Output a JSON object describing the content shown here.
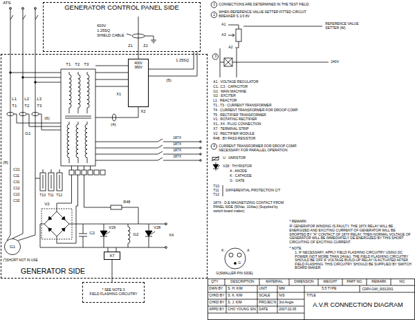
{
  "diagram": {
    "title": "A.V.R CONNECTION DIAGRAM",
    "nodes": [
      {
        "text": [
          "GENERATOR CONTROL PANEL SIDE"
        ]
      },
      {
        "text": [
          "GENERATOR SIDE"
        ]
      },
      {
        "text": [
          "400V",
          "380V"
        ],
        "in": 1
      },
      {
        "text": [
          "G1"
        ],
        "in": 1
      },
      {
        "text": [
          "X7"
        ],
        "in": 1
      },
      {
        "text": [
          "* SEE NOTE 3",
          "FIELD FLASHING CIRCUITRY"
        ]
      }
    ],
    "edges": [
      {
        "from": 0,
        "to": 2,
        "arrow": "none"
      },
      {
        "from": 4,
        "to": 5,
        "arrow": "none"
      }
    ],
    "labels": [
      "ATS",
      "600V",
      "1.25SQ",
      "SHIELD CABLE",
      "Z1",
      "Z2",
      "T1",
      "T2",
      "T3",
      "X1",
      "X2",
      "(4)",
      "(5)",
      "(6)",
      "1.25SQ",
      "L1",
      "L2",
      "L3",
      "T1",
      "T2",
      "T3",
      "G1",
      "(R)",
      "C21",
      "C11",
      "C31",
      "C12",
      "C22",
      "C32",
      "(*)SHORT NOT IN USE",
      "T10",
      "T11",
      "T12",
      "187X",
      "187X",
      "187X",
      "187X",
      "R48",
      "V2",
      "C2",
      "V29",
      "V28",
      "G2",
      "X4",
      "1",
      "CONNECTIONS ARE DETERMINED IN THE TEST FIELD.",
      "2",
      "WHEN REFERENCE VALUE SETTER FITTED CIRCUIT BREAKER S 1/3 8V",
      "A1",
      "A3",
      "A2",
      "REFERENCE VALUE SETTER (W)",
      "3",
      "240V",
      "A1 : VOLTAGE REGULATOR",
      "C1...C3 : CAPACITOR",
      "G1 : MAIN MACHINE",
      "G2 : EXCITER",
      "L1 : REACTOR",
      "T1...T3 : CURRENT TRANSFORMER",
      "T4 : CURRENT TRANSFORMER FOR DROOP COMP.",
      "T5 : RECTIFIER TRANSFORMER",
      "V1 : ROTATING RECTIFIER",
      "X1...X4 : PLUG CONNECTION",
      "X7 : TERMINAL STRIP",
      "V2 : RECTIFIER MODULE",
      "R48 : BY-PASS RESISTOR",
      "4",
      "CURRENT TRANSFORMER FOR DROOP COMP. NECESSARY FOR PARALLEL OPERATION",
      "U : VARISTOR",
      "V28 : THYRISTOR",
      "A : ANODE",
      "K : CATHODE",
      "G : GATE",
      "T10 T11 T12",
      "DIFFERENTIAL PROTECTION C/T",
      "187X : D.E-MAGNETIZING CONTACT FROM PANEL SIDE (50Vac, 10Aac) (Supplied by switch board maker)",
      "* REMARK",
      "IF GENERATOR WINDING IS FAULTY, THE 187X RELAY WILL BE ENERGIZED AND EXCITING CURRENT OF GENERATOR WILL BE SHORTED BY \"A\" CONTACT OF 187X RELAY. THEN NORMAL VOLTAGE OF GENERATOR WILL BE IMMEDIATELY DE-ENERGIZED BY THIS SHORT CIRCUITING OF EXCITING CURRENT.",
      "G(SMALLER PIN SIDE)",
      "K",
      "A",
      "G",
      "* NOTE",
      "1. IF NECESSARY, APPLY FIELD FLASHING CIRCUITRY USING DC POWER (NOT MORE THAN 24Vdc). THE FIELD FLASHING CIRCUITRY SHOULD BE OFF IF VOLTAGE BUILD-UP RELAY IS ACTUATED AFTER FIELD FLASHING. THIS CIRCUITRY SHOULD BE SUPPLIED BY SWITCH BOARD MAKER.",
      "QTY",
      "DESCRIPTION",
      "MATERIAL",
      "DIMENSION",
      "WEIGHT",
      "PART NO.",
      "REMARK",
      "NO.",
      "DWN BY",
      "S. H. KIM",
      "UNIT",
      "MM",
      "CHKD BY",
      "S. K. KIM",
      "SCALE",
      "N/S",
      "CHKD BY",
      "S. J. KIM",
      "PROJEC'N",
      "3rd Angle",
      "APPD BY",
      "CHO YOUNG SIN",
      "DATE",
      "2007.02.05",
      "5.5 TYPE",
      "CDRV-GWI_00012001",
      "TITLE"
    ]
  }
}
